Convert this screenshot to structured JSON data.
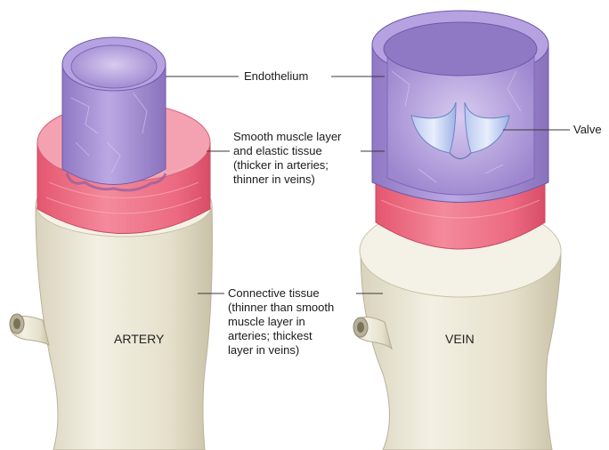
{
  "labels": {
    "endothelium": "Endothelium",
    "smooth_muscle": [
      "Smooth muscle layer",
      "and elastic tissue",
      "(thicker in arteries;",
      "thinner in veins)"
    ],
    "valve": "Valve",
    "connective": [
      "Connective tissue",
      "(thinner than smooth",
      "muscle layer in",
      "arteries; thickest",
      "layer in veins)"
    ],
    "artery": "ARTERY",
    "vein": "VEIN"
  },
  "colors": {
    "connective_fill": "#ece8d8",
    "connective_shadow": "#cfc9b3",
    "muscle_fill": "#ee6f86",
    "muscle_light": "#f6a7b5",
    "endothelium_fill": "#a893d2",
    "endothelium_inner": "#c4b3e6",
    "leader_line": "#3a3a3a"
  }
}
